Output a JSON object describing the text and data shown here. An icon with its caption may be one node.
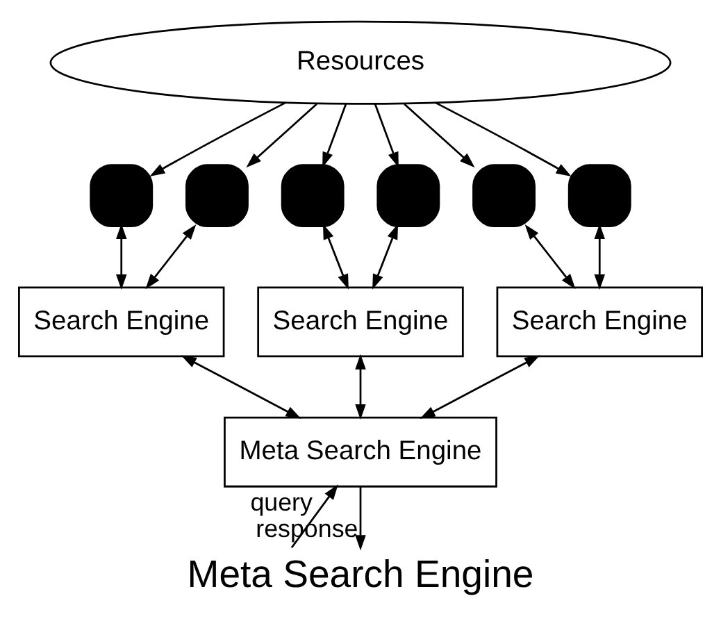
{
  "diagram": {
    "caption": "Meta Search Engine",
    "nodes": [
      {
        "text": [
          "Resources"
        ]
      },
      {
        "text": [],
        "shape": "box"
      },
      {
        "text": [],
        "shape": "box"
      },
      {
        "text": [],
        "shape": "box"
      },
      {
        "text": [],
        "shape": "box"
      },
      {
        "text": [],
        "shape": "box"
      },
      {
        "text": [],
        "shape": "box"
      },
      {
        "text": [
          "Search Engine"
        ]
      },
      {
        "text": [
          "Search Engine"
        ]
      },
      {
        "text": [
          "Search Engine"
        ]
      },
      {
        "text": [
          "Meta Search Engine"
        ]
      }
    ],
    "edges": [
      {
        "from": 0,
        "to": 1,
        "arrow": "to"
      },
      {
        "from": 0,
        "to": 2,
        "arrow": "to"
      },
      {
        "from": 0,
        "to": 3,
        "arrow": "to"
      },
      {
        "from": 0,
        "to": 4,
        "arrow": "to"
      },
      {
        "from": 0,
        "to": 5,
        "arrow": "to"
      },
      {
        "from": 0,
        "to": 6,
        "arrow": "to"
      },
      {
        "from": 1,
        "to": 7,
        "arrow": "both"
      },
      {
        "from": 2,
        "to": 7,
        "arrow": "both"
      },
      {
        "from": 3,
        "to": 8,
        "arrow": "both"
      },
      {
        "from": 4,
        "to": 8,
        "arrow": "both"
      },
      {
        "from": 5,
        "to": 9,
        "arrow": "both"
      },
      {
        "from": 6,
        "to": 9,
        "arrow": "both"
      },
      {
        "from": 7,
        "to": 10,
        "arrow": "both"
      },
      {
        "from": 8,
        "to": 10,
        "arrow": "both"
      },
      {
        "from": 9,
        "to": 10,
        "arrow": "both"
      },
      {
        "from": null,
        "to": 10,
        "arrow": "to",
        "label": "query"
      },
      {
        "from": 10,
        "to": null,
        "arrow": "to",
        "label": "response"
      }
    ]
  }
}
